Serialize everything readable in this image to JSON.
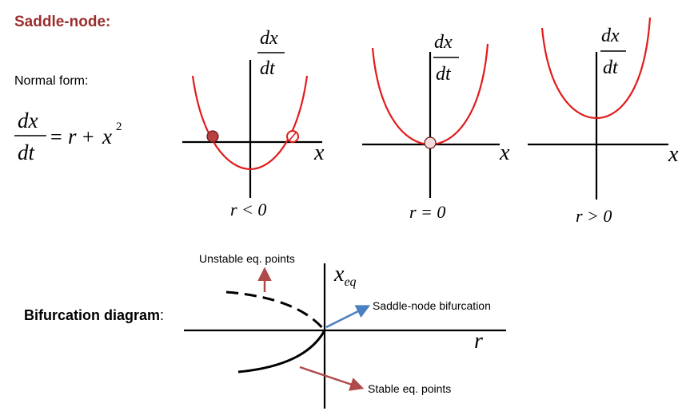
{
  "section_title": "Saddle-node:",
  "normal_form_label": "Normal form:",
  "equation": {
    "lhs_num": "dx",
    "lhs_den": "dt",
    "equals": "=",
    "rhs_r": "r",
    "plus": "+",
    "rhs_x": "x",
    "exponent": "2"
  },
  "phase_plots": [
    {
      "y_num": "dx",
      "y_den": "dt",
      "x_label": "x",
      "condition": "r < 0"
    },
    {
      "y_num": "dx",
      "y_den": "dt",
      "x_label": "x",
      "condition": "r = 0"
    },
    {
      "y_num": "dx",
      "y_den": "dt",
      "x_label": "x",
      "condition": "r > 0"
    }
  ],
  "bifurcation": {
    "label": "Bifurcation diagram",
    "colon": ":",
    "y_label_main": "x",
    "y_label_sub": "eq",
    "x_label": "r",
    "unstable_label": "Unstable eq. points",
    "stable_label": "Stable eq. points",
    "saddle_label": "Saddle-node bifurcation"
  },
  "colors": {
    "title": "#9b2d2d",
    "curve": "#e21b1b",
    "stable_fill": "#b84040",
    "arrow_red": "#b04a4a",
    "arrow_blue": "#4a7fc1",
    "axis": "#000000"
  }
}
